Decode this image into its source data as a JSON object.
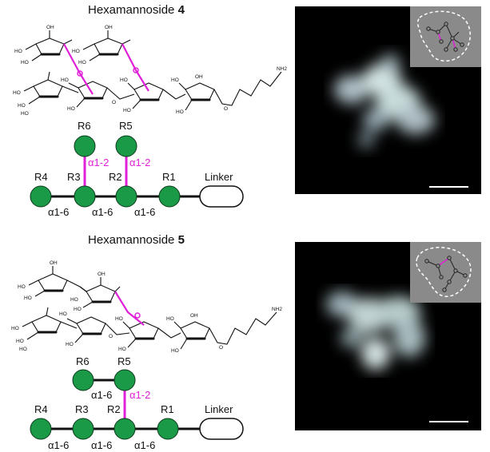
{
  "figure": {
    "panels": [
      {
        "title_prefix": "Hexamannoside ",
        "title_number": "4",
        "chem_labels": {
          "ho": "HO",
          "oh": "OH",
          "o": "O",
          "nh2": "NH2"
        },
        "residues": {
          "r1": "R1",
          "r2": "R2",
          "r3": "R3",
          "r4": "R4",
          "r5": "R5",
          "r6": "R6",
          "linker": "Linker"
        },
        "linkages": {
          "a16_1": "α1-6",
          "a16_2": "α1-6",
          "a16_3": "α1-6",
          "a12_r6": "α1-2",
          "a12_r5": "α1-2"
        },
        "colors": {
          "residue": "#1a9a46",
          "branch": "#e020d8"
        }
      },
      {
        "title_prefix": "Hexamannoside ",
        "title_number": "5",
        "chem_labels": {
          "ho": "HO",
          "oh": "OH",
          "o": "O",
          "nh2": "NH2"
        },
        "residues": {
          "r1": "R1",
          "r2": "R2",
          "r3": "R3",
          "r4": "R4",
          "r5": "R5",
          "r6": "R6",
          "linker": "Linker"
        },
        "linkages": {
          "a16_1": "α1-6",
          "a16_2": "α1-6",
          "a16_3": "α1-6",
          "a16_r6": "α1-6",
          "a12_r5": "α1-2"
        },
        "colors": {
          "residue": "#1a9a46",
          "branch": "#e020d8"
        }
      }
    ]
  }
}
